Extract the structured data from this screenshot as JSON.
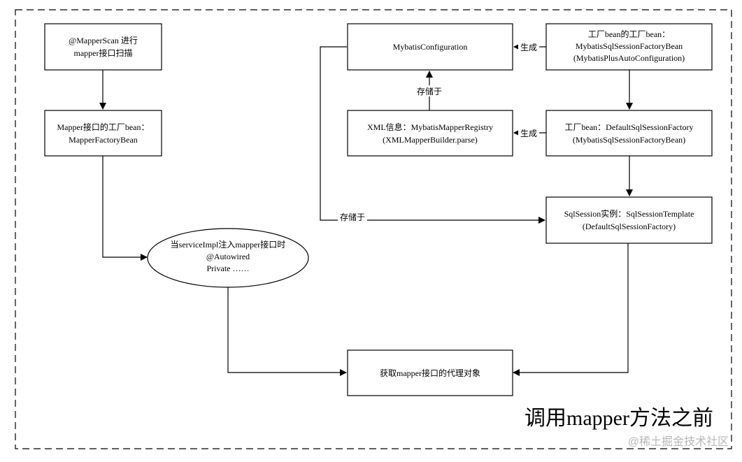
{
  "diagram": {
    "title": "调用mapper方法之前",
    "watermark": "@稀土掘金技术社区",
    "nodes": {
      "mapper_scan": {
        "lines": [
          "@MapperScan 进行",
          "mapper接口扫描"
        ]
      },
      "mapper_factory_bean": {
        "lines": [
          "Mapper接口的工厂bean：",
          "MapperFactoryBean"
        ]
      },
      "service_impl_inject": {
        "lines": [
          "当serviceImpl注入mapper接口时",
          "@Autowired",
          "Private ……"
        ]
      },
      "get_proxy": {
        "lines": [
          "获取mapper接口的代理对象"
        ]
      },
      "mybatis_configuration": {
        "lines": [
          "MybatisConfiguration"
        ]
      },
      "xml_info": {
        "lines": [
          "XML信息：MybatisMapperRegistry",
          "(XMLMapperBuilder.parse)"
        ]
      },
      "factory_bean_of_factory_bean": {
        "lines": [
          "工厂bean的工厂bean：",
          "MybatisSqlSessionFactoryBean",
          "(MybatisPlusAutoConfiguration)"
        ]
      },
      "factory_bean": {
        "lines": [
          "工厂bean：DefaultSqlSessionFactory",
          "(MybatisSqlSessionFactoryBean)"
        ]
      },
      "sql_session_instance": {
        "lines": [
          "SqlSession实例：SqlSessionTemplate",
          "(DefaultSqlSessionFactory)"
        ]
      }
    },
    "edge_labels": {
      "generate_top": "生成",
      "generate_mid": "生成",
      "store_in_xml": "存储于",
      "store_in_session": "存储于"
    }
  }
}
